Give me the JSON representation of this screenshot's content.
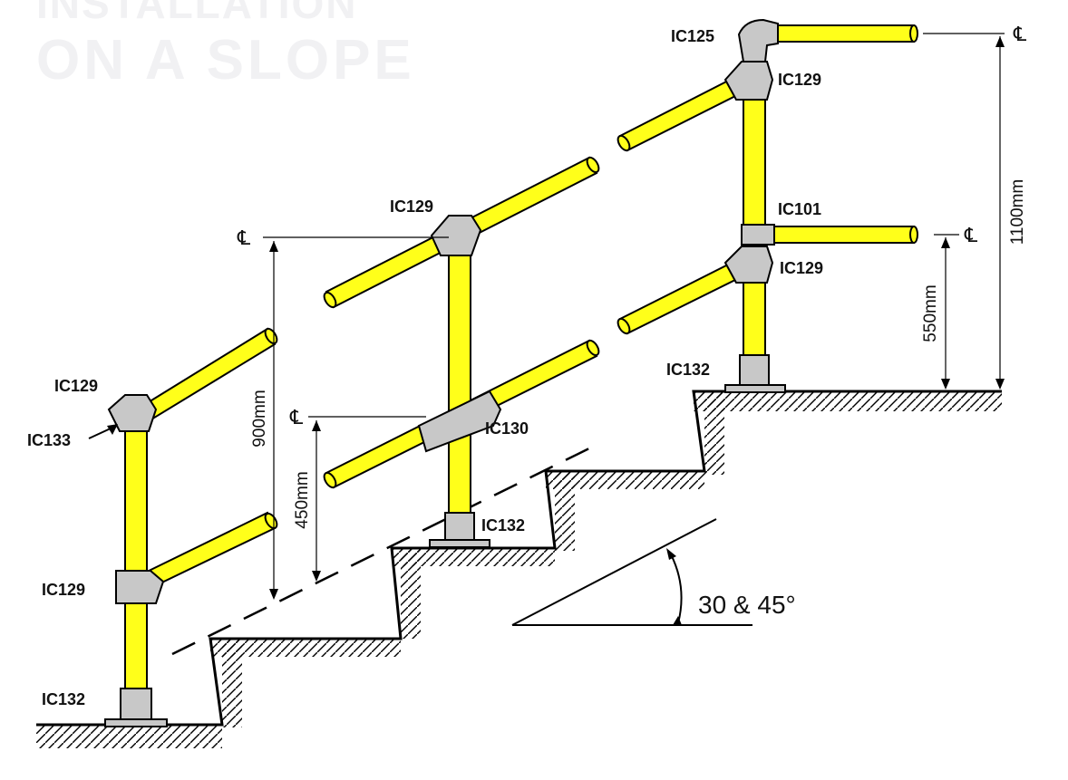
{
  "heading": {
    "line1": "INSTALLATION",
    "line2": "ON A SLOPE"
  },
  "labels": {
    "ic125": "IC125",
    "ic129_top": "IC129",
    "ic101": "IC101",
    "ic129_right_mid": "IC129",
    "ic132_right": "IC132",
    "ic129_middle_top": "IC129",
    "ic130": "IC130",
    "ic132_middle": "IC132",
    "ic129_left_top": "IC129",
    "ic133": "IC133",
    "ic129_left_mid": "IC129",
    "ic132_left": "IC132"
  },
  "dimensions": {
    "d1100": "1100mm",
    "d550": "550mm",
    "d900": "900mm",
    "d450": "450mm",
    "angle": "30 & 45°"
  },
  "centerline_symbol": "℄",
  "colors": {
    "tube": "#ffff1a",
    "fitting": "#c8c8c8",
    "line": "#000000"
  }
}
